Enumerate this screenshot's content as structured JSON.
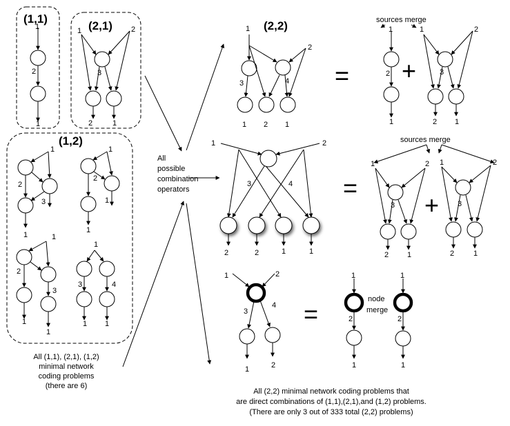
{
  "groups": {
    "g11": "(1,1)",
    "g21": "(2,1)",
    "g12": "(1,2)",
    "g22": "(2,2)"
  },
  "operators_label": [
    "All",
    "possible",
    "combination",
    "operators"
  ],
  "left_caption": [
    "All (1,1), (2,1), (1,2)",
    "minimal network",
    "coding problems",
    "(there are 6)"
  ],
  "bottom_caption": [
    "All (2,2) minimal network coding problems that",
    "are direct combinations of (1,1),(2,1),and (1,2) problems.",
    "(There are only 3 out of 333 total (2,2) problems)"
  ],
  "annotations": {
    "sources_merge": "sources merge",
    "node_merge": [
      "node",
      "merge"
    ]
  },
  "symbols": {
    "equals": "=",
    "plus": "+"
  },
  "labels": {
    "one": "1",
    "two": "2",
    "three": "3",
    "four": "4"
  }
}
